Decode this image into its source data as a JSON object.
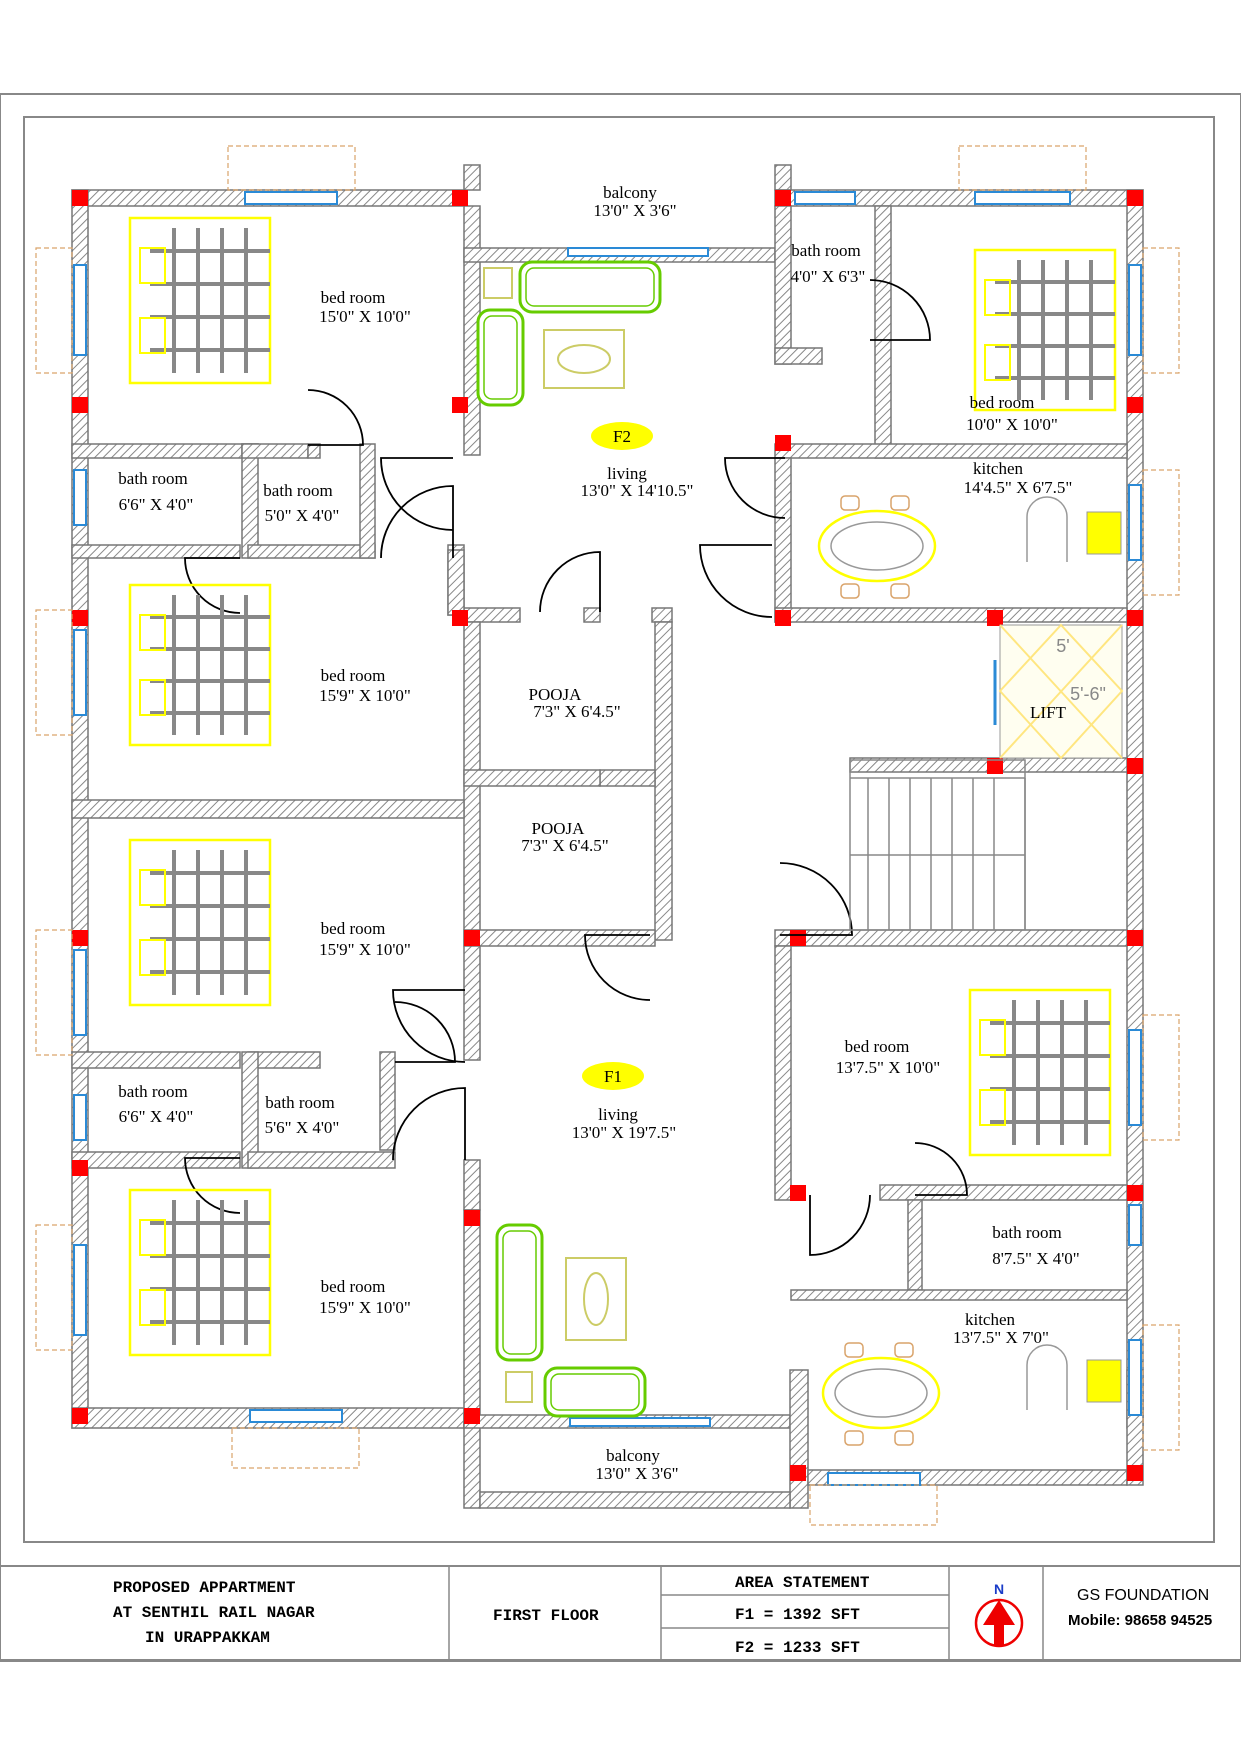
{
  "rooms": {
    "f2_balcony": {
      "name": "balcony",
      "dim": "13'0\" X 3'6\""
    },
    "f2_bed_tl": {
      "name": "bed room",
      "dim": "15'0\" X 10'0\""
    },
    "f2_bath_tr": {
      "name": "bath room",
      "dim": "4'0\" X 6'3\""
    },
    "f2_bed_tr": {
      "name": "bed room",
      "dim": "10'0\" X 10'0\""
    },
    "f2_living": {
      "name": "living",
      "dim": "13'0\" X 14'10.5\""
    },
    "f2_kitchen": {
      "name": "kitchen",
      "dim": "14'4.5\" X 6'7.5\""
    },
    "f2_bath_l": {
      "name": "bath room",
      "dim": "6'6\" X 4'0\""
    },
    "f2_bath_m": {
      "name": "bath room",
      "dim": "5'0\" X 4'0\""
    },
    "f2_bed_l2": {
      "name": "bed room",
      "dim": "15'9\" X 10'0\""
    },
    "pooja_1": {
      "name": "POOJA",
      "dim": "7'3\" X 6'4.5\""
    },
    "pooja_2": {
      "name": "POOJA",
      "dim": "7'3\" X 6'4.5\""
    },
    "f1_bed_l1": {
      "name": "bed room",
      "dim": "15'9\" X 10'0\""
    },
    "f1_bath_l": {
      "name": "bath room",
      "dim": "6'6\" X 4'0\""
    },
    "f1_bath_m": {
      "name": "bath room",
      "dim": "5'6\" X 4'0\""
    },
    "f1_bed_r": {
      "name": "bed room",
      "dim": "13'7.5\" X 10'0\""
    },
    "f1_living": {
      "name": "living",
      "dim": "13'0\" X 19'7.5\""
    },
    "f1_bath_r": {
      "name": "bath room",
      "dim": "8'7.5\" X 4'0\""
    },
    "f1_bed_l2": {
      "name": "bed room",
      "dim": "15'9\" X 10'0\""
    },
    "f1_kitchen": {
      "name": "kitchen",
      "dim": "13'7.5\" X 7'0\""
    },
    "f1_balcony": {
      "name": "balcony",
      "dim": "13'0\" X 3'6\""
    }
  },
  "flats": {
    "f1": "F1",
    "f2": "F2"
  },
  "lift": {
    "label": "LIFT",
    "dim_a": "5'",
    "dim_b": "5'-6\""
  },
  "title_block": {
    "project_line1": "PROPOSED APPARTMENT",
    "project_line2": "AT SENTHIL RAIL NAGAR",
    "project_line3": "IN URAPPAKKAM",
    "floor": "FIRST FLOOR",
    "area_heading": "AREA STATEMENT",
    "area_f1": "F1 = 1392 SFT",
    "area_f2": "F2 = 1233 SFT",
    "north": "N",
    "company": "GS FOUNDATION",
    "mobile": "Mobile: 98658 94525"
  },
  "colors": {
    "wall_fill": "#d0d0d0",
    "column": "#ff0000",
    "furniture": "#ffff00",
    "sofa": "#66cc00",
    "window": "#2a8ad6",
    "flat_tag": "#ffff00"
  }
}
